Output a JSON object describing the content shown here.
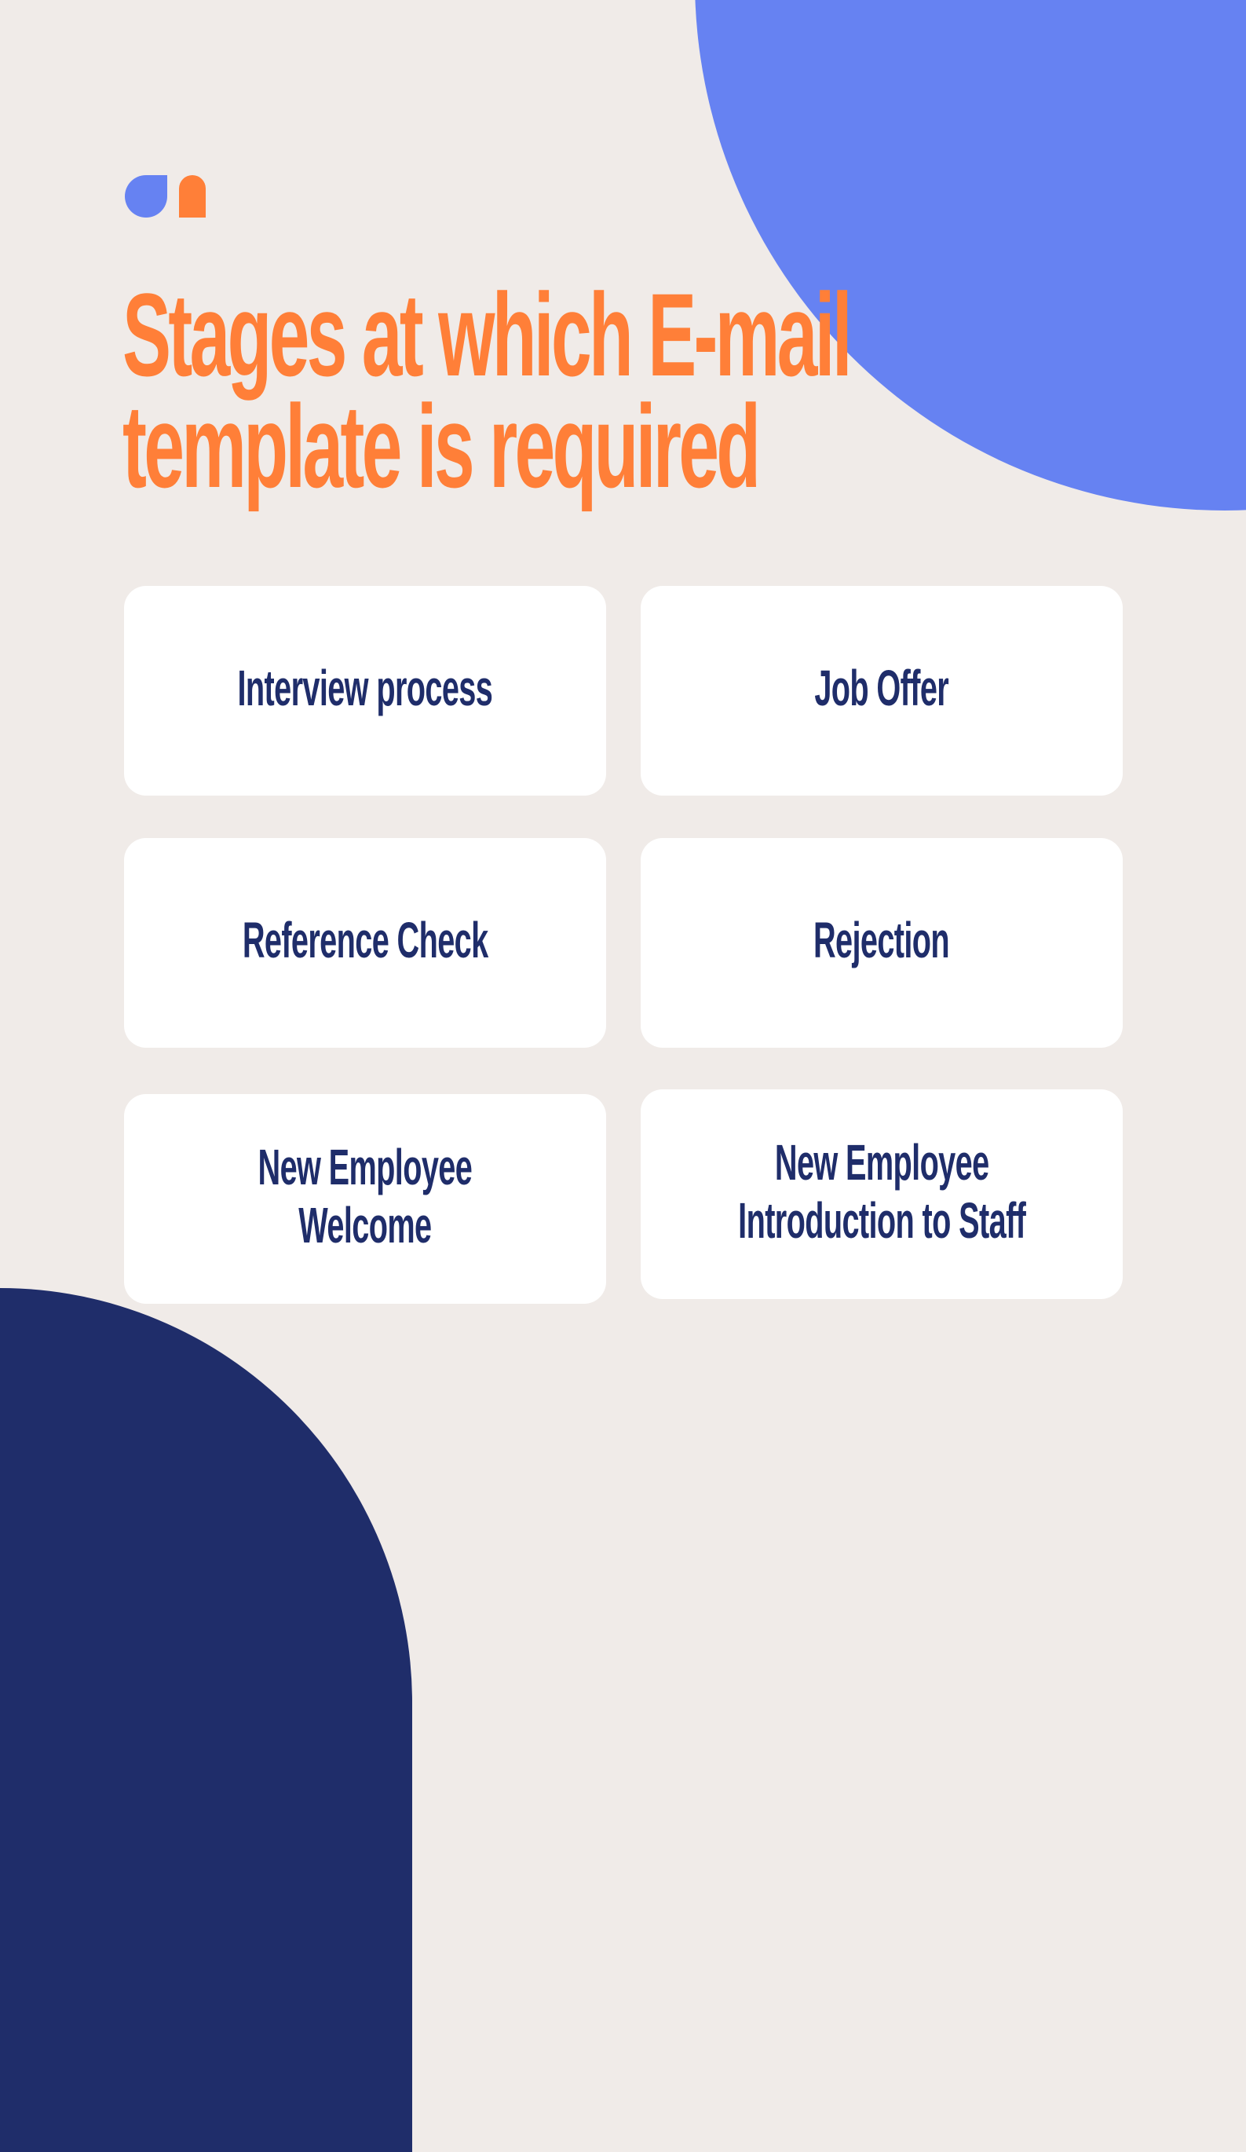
{
  "colors": {
    "background": "#f0ebe8",
    "accent_blue": "#6682f2",
    "accent_orange": "#ff7f38",
    "navy": "#1f2d6a",
    "card": "#ffffff"
  },
  "header": {
    "icon": "quote-mark-icon",
    "title_lines": [
      "Stages at which E-mail",
      "template is required"
    ]
  },
  "cards": [
    {
      "lines": [
        "Interview process"
      ]
    },
    {
      "lines": [
        "Job Offer"
      ]
    },
    {
      "lines": [
        "Reference Check"
      ]
    },
    {
      "lines": [
        "Rejection"
      ]
    },
    {
      "lines": [
        "New Employee",
        "Welcome"
      ]
    },
    {
      "lines": [
        "New Employee",
        "Introduction to Staff"
      ]
    }
  ]
}
